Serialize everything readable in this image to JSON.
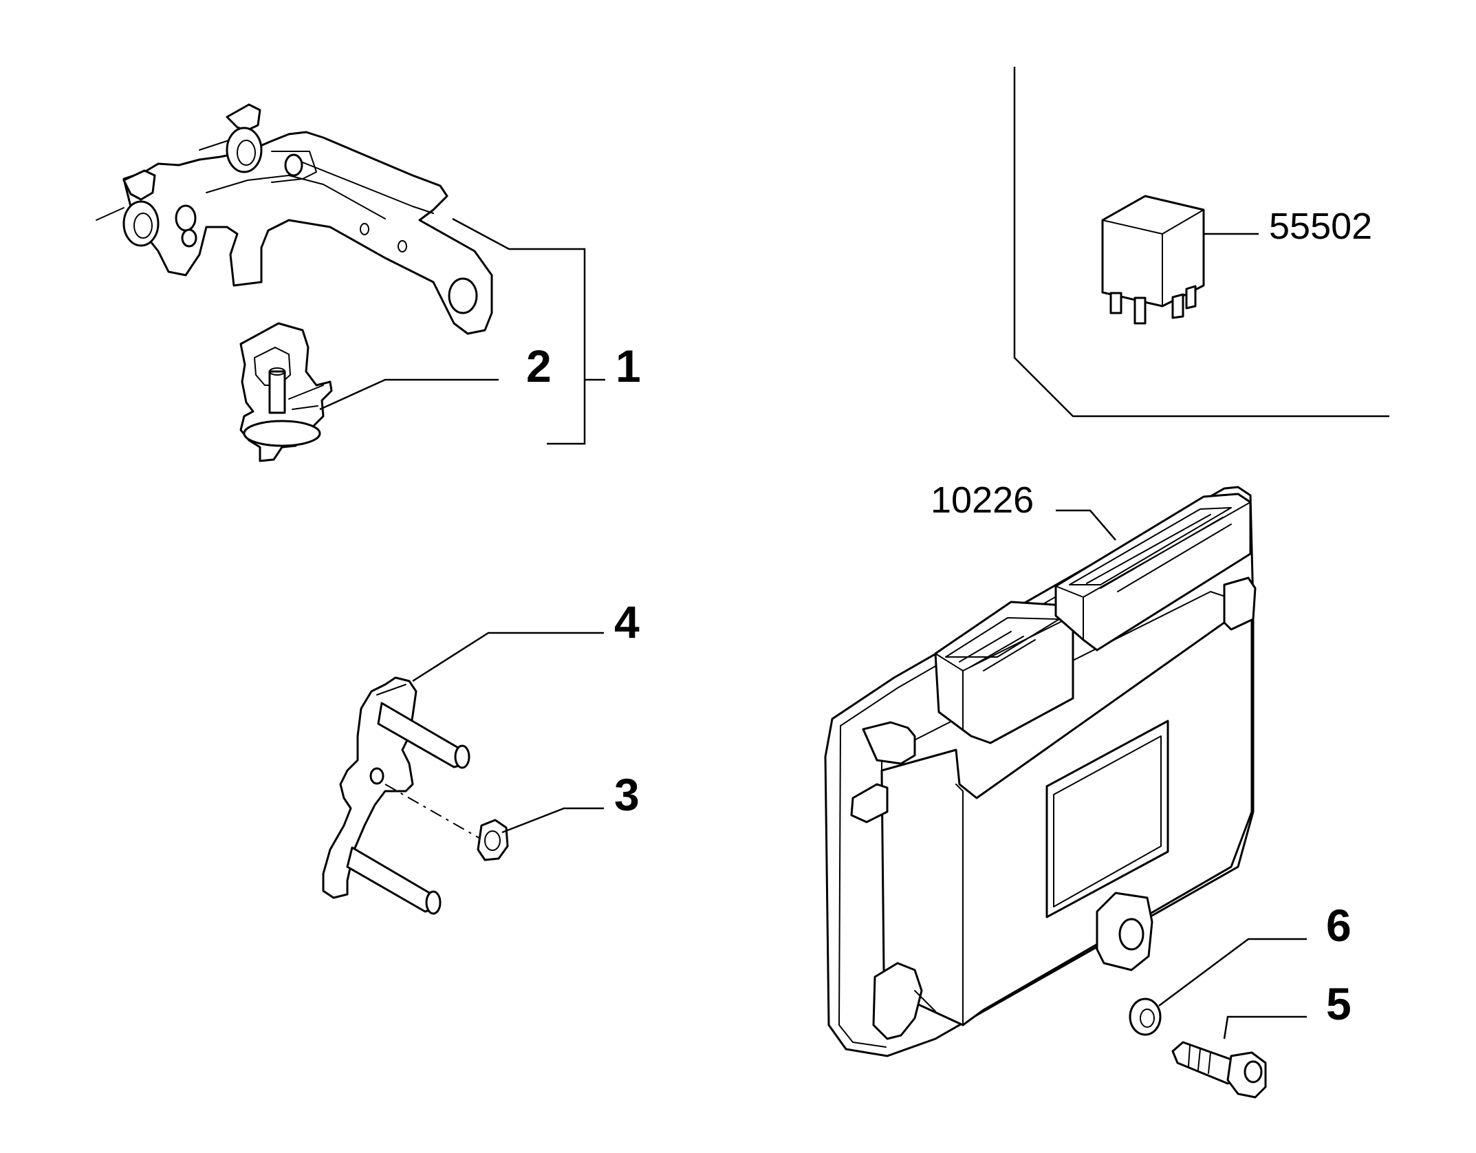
{
  "callouts": {
    "c1": "1",
    "c2": "2",
    "c3": "3",
    "c4": "4",
    "c5": "5",
    "c6": "6",
    "c55502": "55502",
    "c10226": "10226"
  },
  "colors": {
    "line": "#000000",
    "background": "#ffffff"
  }
}
